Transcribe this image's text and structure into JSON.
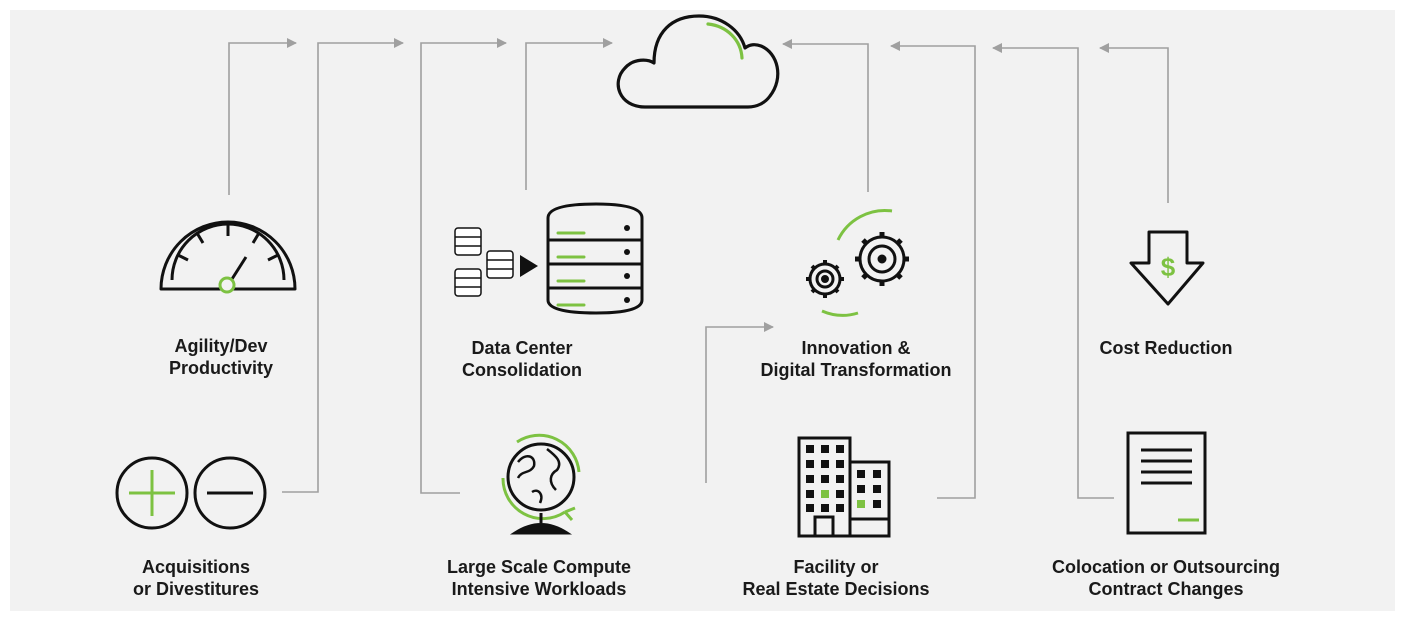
{
  "colors": {
    "background": "#f2f2f2",
    "outline": "#111111",
    "accent": "#7dc242",
    "connector": "#a0a0a0"
  },
  "nodes": [
    {
      "id": "cloud",
      "icon": "cloud-icon"
    },
    {
      "id": "agility",
      "icon": "speedometer-icon",
      "label": [
        "Agility/Dev",
        "Productivity"
      ]
    },
    {
      "id": "data_center",
      "icon": "database-icon",
      "label": [
        "Data Center",
        "Consolidation"
      ]
    },
    {
      "id": "innovation",
      "icon": "gears-icon",
      "label": [
        "Innovation &",
        "Digital Transformation"
      ]
    },
    {
      "id": "cost",
      "icon": "dollar-down-arrow-icon",
      "label": [
        "Cost Reduction"
      ]
    },
    {
      "id": "acquisitions",
      "icon": "plus-minus-icon",
      "label": [
        "Acquisitions",
        "or Divestitures"
      ]
    },
    {
      "id": "compute",
      "icon": "globe-icon",
      "label": [
        "Large Scale Compute",
        "Intensive Workloads"
      ]
    },
    {
      "id": "facility",
      "icon": "building-icon",
      "label": [
        "Facility or",
        "Real Estate Decisions"
      ]
    },
    {
      "id": "colocation",
      "icon": "contract-document-icon",
      "label": [
        "Colocation or Outsourcing",
        "Contract Changes"
      ]
    }
  ]
}
